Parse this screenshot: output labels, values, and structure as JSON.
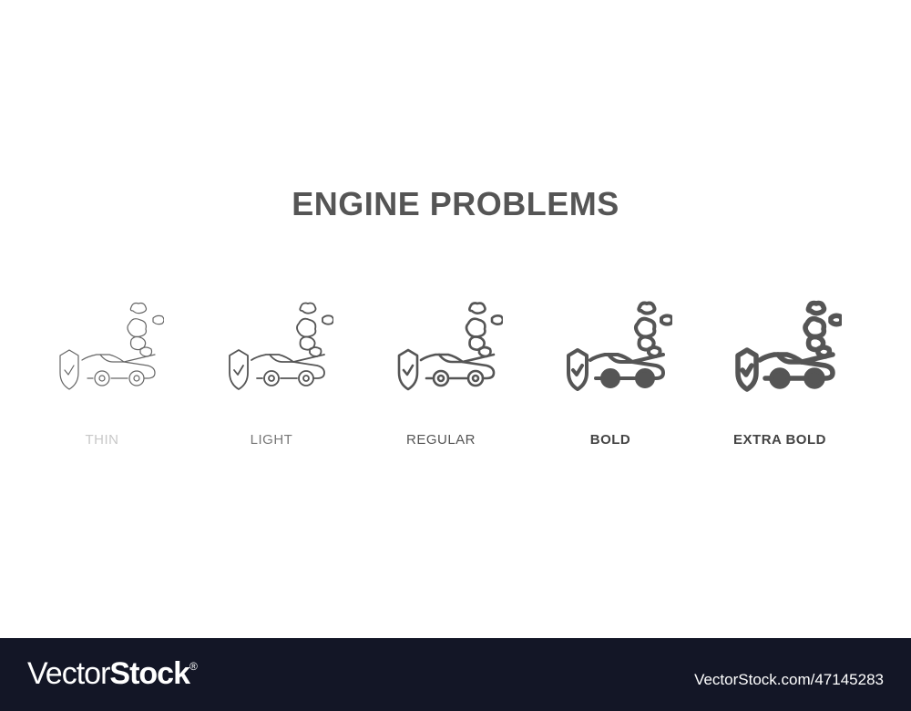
{
  "title": "ENGINE PROBLEMS",
  "icon_color": "#555555",
  "variants": [
    {
      "label": "THIN",
      "color": "#c8c8c8",
      "weight": "normal",
      "stroke": 1.2
    },
    {
      "label": "LIGHT",
      "color": "#777777",
      "weight": "normal",
      "stroke": 1.8
    },
    {
      "label": "REGULAR",
      "color": "#555555",
      "weight": "normal",
      "stroke": 2.6
    },
    {
      "label": "BOLD",
      "color": "#444444",
      "weight": "bold",
      "stroke": 4
    },
    {
      "label": "EXTRA BOLD",
      "color": "#444444",
      "weight": "bold",
      "stroke": 5.5
    }
  ],
  "footer": {
    "logo_light": "Vector",
    "logo_bold": "Stock",
    "logo_mark": "®",
    "reference": "VectorStock.com/47145283",
    "background": "#131626"
  }
}
